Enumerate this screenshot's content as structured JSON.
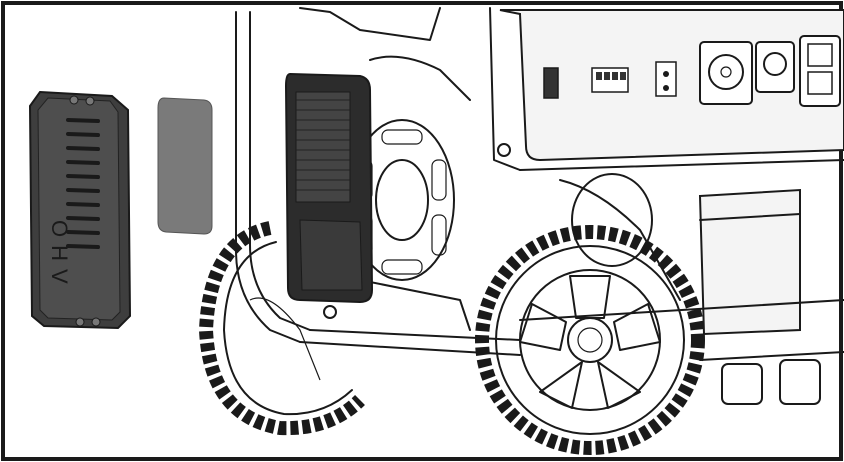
{
  "figure": {
    "kind": "line-art technical illustration",
    "subject": "generator-air-filter-replacement",
    "colors": {
      "outline": "#1a1a1a",
      "frame_border": "#1a1a1a",
      "cover_fill": "#4a4a4a",
      "filter_fill": "#7a7a7a",
      "background": "#ffffff"
    }
  },
  "air_filter_cover": {
    "embossed_text": "OHV"
  },
  "icons": {
    "outlet_30a": "twist-lock-outlet-icon",
    "outlet_l14": "locking-outlet-icon",
    "outlet_duplex": "duplex-outlet-icon",
    "switch": "rocker-switch-icon"
  }
}
